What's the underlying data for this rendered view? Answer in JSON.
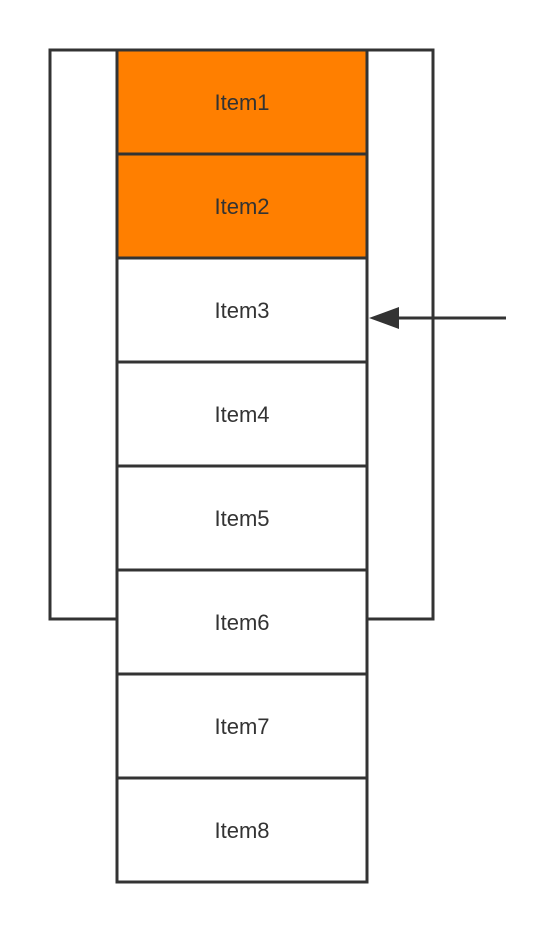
{
  "diagram": {
    "items": [
      {
        "label": "Item1",
        "highlighted": true
      },
      {
        "label": "Item2",
        "highlighted": true
      },
      {
        "label": "Item3",
        "highlighted": false
      },
      {
        "label": "Item4",
        "highlighted": false
      },
      {
        "label": "Item5",
        "highlighted": false
      },
      {
        "label": "Item6",
        "highlighted": false
      },
      {
        "label": "Item7",
        "highlighted": false
      },
      {
        "label": "Item8",
        "highlighted": false
      }
    ],
    "pointer_target_index": 2,
    "colors": {
      "highlight": "#ff7f00",
      "stroke": "#333333",
      "text": "#333333",
      "background": "#ffffff"
    }
  }
}
